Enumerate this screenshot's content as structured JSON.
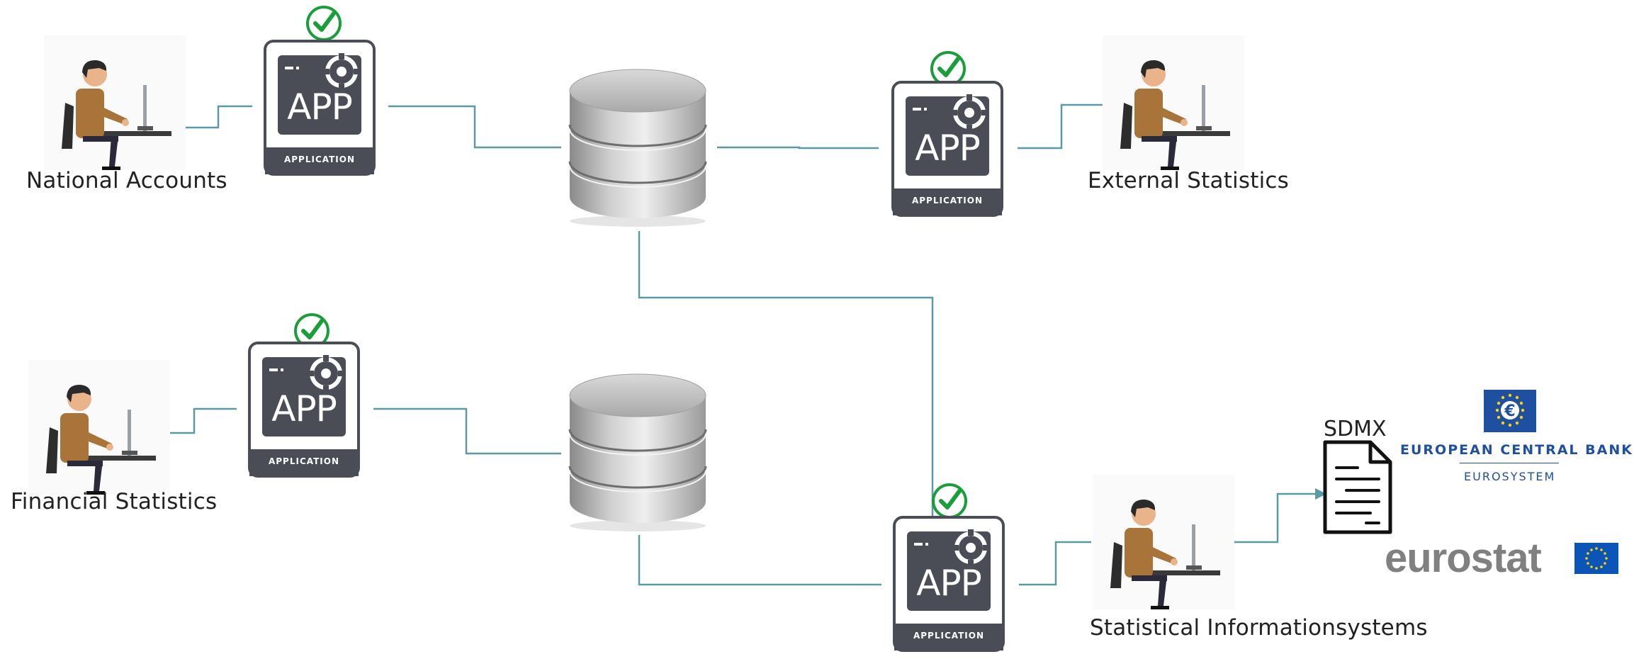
{
  "nodes": {
    "users": [
      {
        "id": "national-accounts",
        "label": "National Accounts"
      },
      {
        "id": "financial-statistics",
        "label": "Financial Statistics"
      },
      {
        "id": "external-statistics",
        "label": "External Statistics"
      },
      {
        "id": "statistical-informationsystems",
        "label": "Statistical Informationsystems"
      }
    ],
    "app": {
      "icon_text": "APP",
      "caption": "APPLICATION",
      "count": 4
    },
    "databases": {
      "count": 2
    },
    "output": {
      "format_label": "SDMX"
    }
  },
  "organizations": {
    "ecb": {
      "name": "EUROPEAN CENTRAL BANK",
      "sub": "EUROSYSTEM"
    },
    "eurostat": {
      "name": "eurostat"
    }
  },
  "colors": {
    "connector": "#5a9aa6",
    "app_frame": "#4a4d55",
    "check": "#1a9e3a",
    "ecb_blue": "#1e4fa0",
    "eu_blue": "#0b55b8",
    "eurostat_grey": "#808080"
  }
}
